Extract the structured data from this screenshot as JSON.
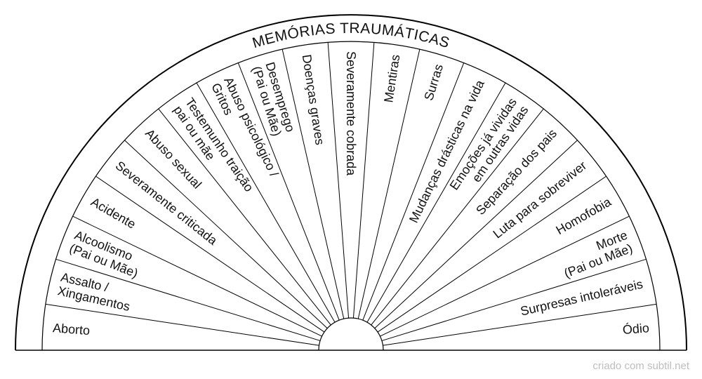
{
  "chart_data": {
    "type": "pendulum-chart",
    "title": "MEMÓRIAS TRAUMÁTICAS",
    "segments": [
      {
        "lines": [
          "Aborto"
        ]
      },
      {
        "lines": [
          "Assalto /",
          "Xingamentos"
        ]
      },
      {
        "lines": [
          "Alcoolismo",
          "(Pai ou Mãe)"
        ]
      },
      {
        "lines": [
          "Acidente"
        ]
      },
      {
        "lines": [
          "Severamente criticada"
        ]
      },
      {
        "lines": [
          "Abuso sexual"
        ]
      },
      {
        "lines": [
          "Testemunho traição",
          "pai ou mãe"
        ]
      },
      {
        "lines": [
          "Abuso psicológico /",
          "Gritos"
        ]
      },
      {
        "lines": [
          "Desemprego",
          "(Pai ou Mãe)"
        ]
      },
      {
        "lines": [
          "Doenças graves"
        ]
      },
      {
        "lines": [
          "Severamente cobrada"
        ]
      },
      {
        "lines": [
          "Mentiras"
        ]
      },
      {
        "lines": [
          "Surras"
        ]
      },
      {
        "lines": [
          "Mudanças drásticas na vida"
        ]
      },
      {
        "lines": [
          "Emoções já vividas",
          "em outras vidas"
        ]
      },
      {
        "lines": [
          "Separação dos pais"
        ]
      },
      {
        "lines": [
          "Luta para sobreviver"
        ]
      },
      {
        "lines": [
          "Homofobia"
        ]
      },
      {
        "lines": [
          "Morte",
          "(Pai ou Mãe)"
        ]
      },
      {
        "lines": [
          "Surpresas intoleráveis"
        ]
      },
      {
        "lines": [
          "Ódio"
        ]
      }
    ]
  },
  "footer": {
    "credit": "criado com subtil.net"
  },
  "colors": {
    "line": "#000000",
    "text": "#111111",
    "credit": "#bdbdbd"
  }
}
